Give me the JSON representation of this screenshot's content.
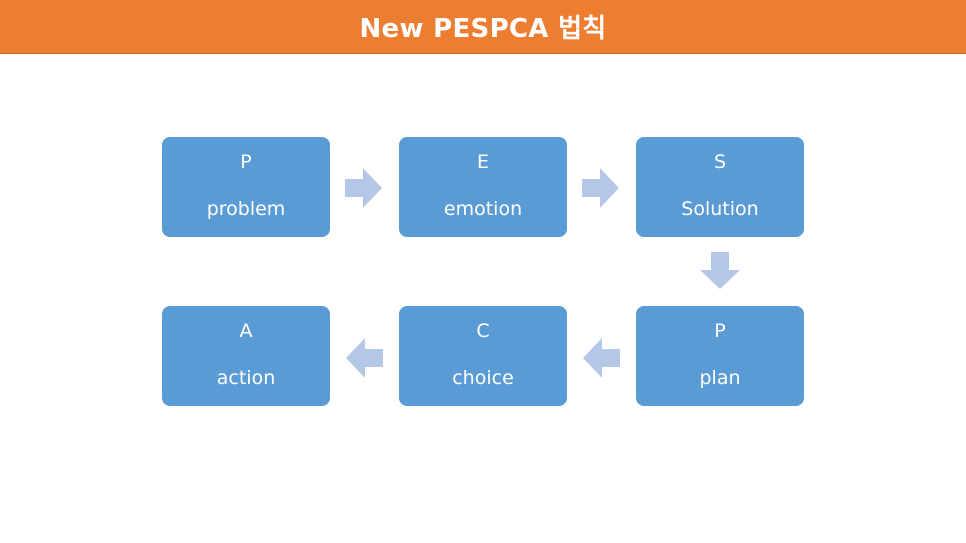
{
  "title": "New PESPCA 법칙",
  "colors": {
    "title_bar": "#ED7D31",
    "box": "#5B9BD5",
    "arrow": "#B4C7E7",
    "text": "#FFFFFF"
  },
  "steps": [
    {
      "letter": "P",
      "word": "problem"
    },
    {
      "letter": "E",
      "word": "emotion"
    },
    {
      "letter": "S",
      "word": "Solution"
    },
    {
      "letter": "P",
      "word": "plan"
    },
    {
      "letter": "C",
      "word": "choice"
    },
    {
      "letter": "A",
      "word": "action"
    }
  ],
  "arrows": [
    {
      "from": 0,
      "to": 1,
      "direction": "right",
      "icon": "arrow-right-icon"
    },
    {
      "from": 1,
      "to": 2,
      "direction": "right",
      "icon": "arrow-right-icon"
    },
    {
      "from": 2,
      "to": 3,
      "direction": "down",
      "icon": "arrow-down-icon"
    },
    {
      "from": 3,
      "to": 4,
      "direction": "left",
      "icon": "arrow-left-icon"
    },
    {
      "from": 4,
      "to": 5,
      "direction": "left",
      "icon": "arrow-left-icon"
    }
  ]
}
